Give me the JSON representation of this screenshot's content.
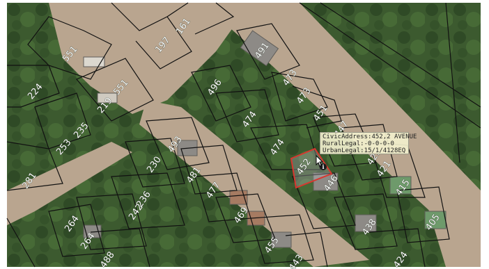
{
  "parcels": [
    {
      "label": "161"
    },
    {
      "label": "197"
    },
    {
      "label": "551"
    },
    {
      "label": "551"
    },
    {
      "label": "224"
    },
    {
      "label": "219"
    },
    {
      "label": "235"
    },
    {
      "label": "253"
    },
    {
      "label": "281"
    },
    {
      "label": "491"
    },
    {
      "label": "473"
    },
    {
      "label": "473"
    },
    {
      "label": "496"
    },
    {
      "label": "474"
    },
    {
      "label": "451"
    },
    {
      "label": "447"
    },
    {
      "label": "474"
    },
    {
      "label": "493"
    },
    {
      "label": "230"
    },
    {
      "label": "481"
    },
    {
      "label": "452"
    },
    {
      "label": "421"
    },
    {
      "label": "421"
    },
    {
      "label": "415"
    },
    {
      "label": "236"
    },
    {
      "label": "477"
    },
    {
      "label": "446"
    },
    {
      "label": "242"
    },
    {
      "label": "469"
    },
    {
      "label": "264"
    },
    {
      "label": "264"
    },
    {
      "label": "438"
    },
    {
      "label": "405"
    },
    {
      "label": "455"
    },
    {
      "label": "488"
    },
    {
      "label": "443"
    },
    {
      "label": "424"
    }
  ],
  "selected_parcel": "452",
  "tooltip": {
    "civic": "CivicAddress:452,2 AVENUE",
    "rural": "RuralLegal:-0-0-0-0",
    "urban": "UrbanLegal:15/1/4128EQ"
  },
  "colors": {
    "parcel_line": "#111111",
    "selected_outline": "#d8372f",
    "road": "#b9a58f",
    "vegetation": "#3c5a2f"
  },
  "icons": {
    "info": "info-icon",
    "cursor": "pointer-cursor-icon"
  },
  "info_glyph": "i"
}
